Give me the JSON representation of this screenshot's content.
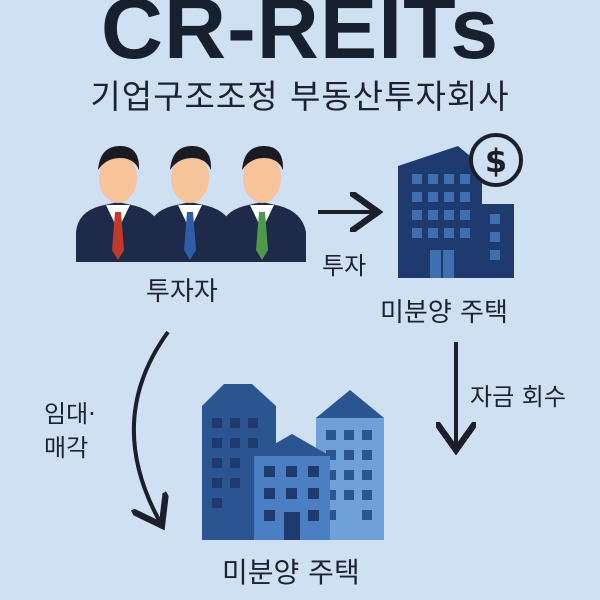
{
  "header": {
    "title": "CR-REITs",
    "subtitle": "기업구조조정 부동산투자회사"
  },
  "nodes": {
    "investors": "투자자",
    "unsold_housing_top": "미분양 주택",
    "unsold_housing_bottom": "미분양 주택"
  },
  "edges": {
    "invest": "투자",
    "fund_recovery": "자금 회수",
    "lease_sale": "임대·\n매각"
  },
  "colors": {
    "background": "#cfe0f3",
    "navy": "#1e3a6e",
    "mid_blue": "#3f6fb0",
    "light_blue": "#6fa0d8",
    "arrow": "#1a1f2b",
    "skin": "#f6c39b",
    "hair": "#1a1a22"
  },
  "icons": [
    "investor-group-icon",
    "office-building-dollar-icon",
    "apartment-buildings-icon",
    "dollar-icon"
  ]
}
